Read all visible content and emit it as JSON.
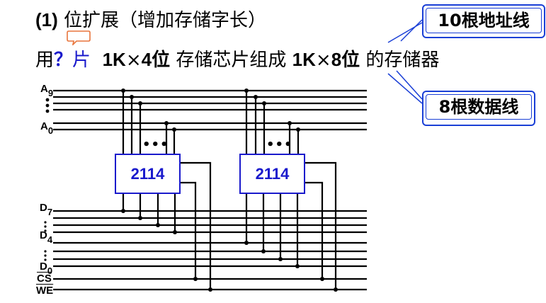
{
  "heading": {
    "number": "(1)",
    "text": "位扩展（增加存储字长）"
  },
  "subtitle": {
    "prefix": "用",
    "question": "？",
    "pian": "片",
    "part1": "1K",
    "times1": "×",
    "part2": "4位",
    "middle": "存储芯片组成",
    "part3": "1K",
    "times2": "×",
    "part4": "8位",
    "suffix": "的存储器"
  },
  "callouts": {
    "address": "10根地址线",
    "data": "8根数据线"
  },
  "chips": [
    {
      "label": "2114"
    },
    {
      "label": "2114"
    }
  ],
  "bus_labels": {
    "a9": {
      "letter": "A",
      "sub": "9"
    },
    "a0": {
      "letter": "A",
      "sub": "0"
    },
    "d7": {
      "letter": "D",
      "sub": "7"
    },
    "d4": {
      "letter": "D",
      "sub": "4"
    },
    "d0": {
      "letter": "D",
      "sub": "0"
    },
    "cs": "CS",
    "we": "WE"
  },
  "ellipsis": "•••",
  "colors": {
    "chip_text": "#1a1acc",
    "callout_border": "#1a3fd6",
    "comment_icon": "#e8743b"
  }
}
